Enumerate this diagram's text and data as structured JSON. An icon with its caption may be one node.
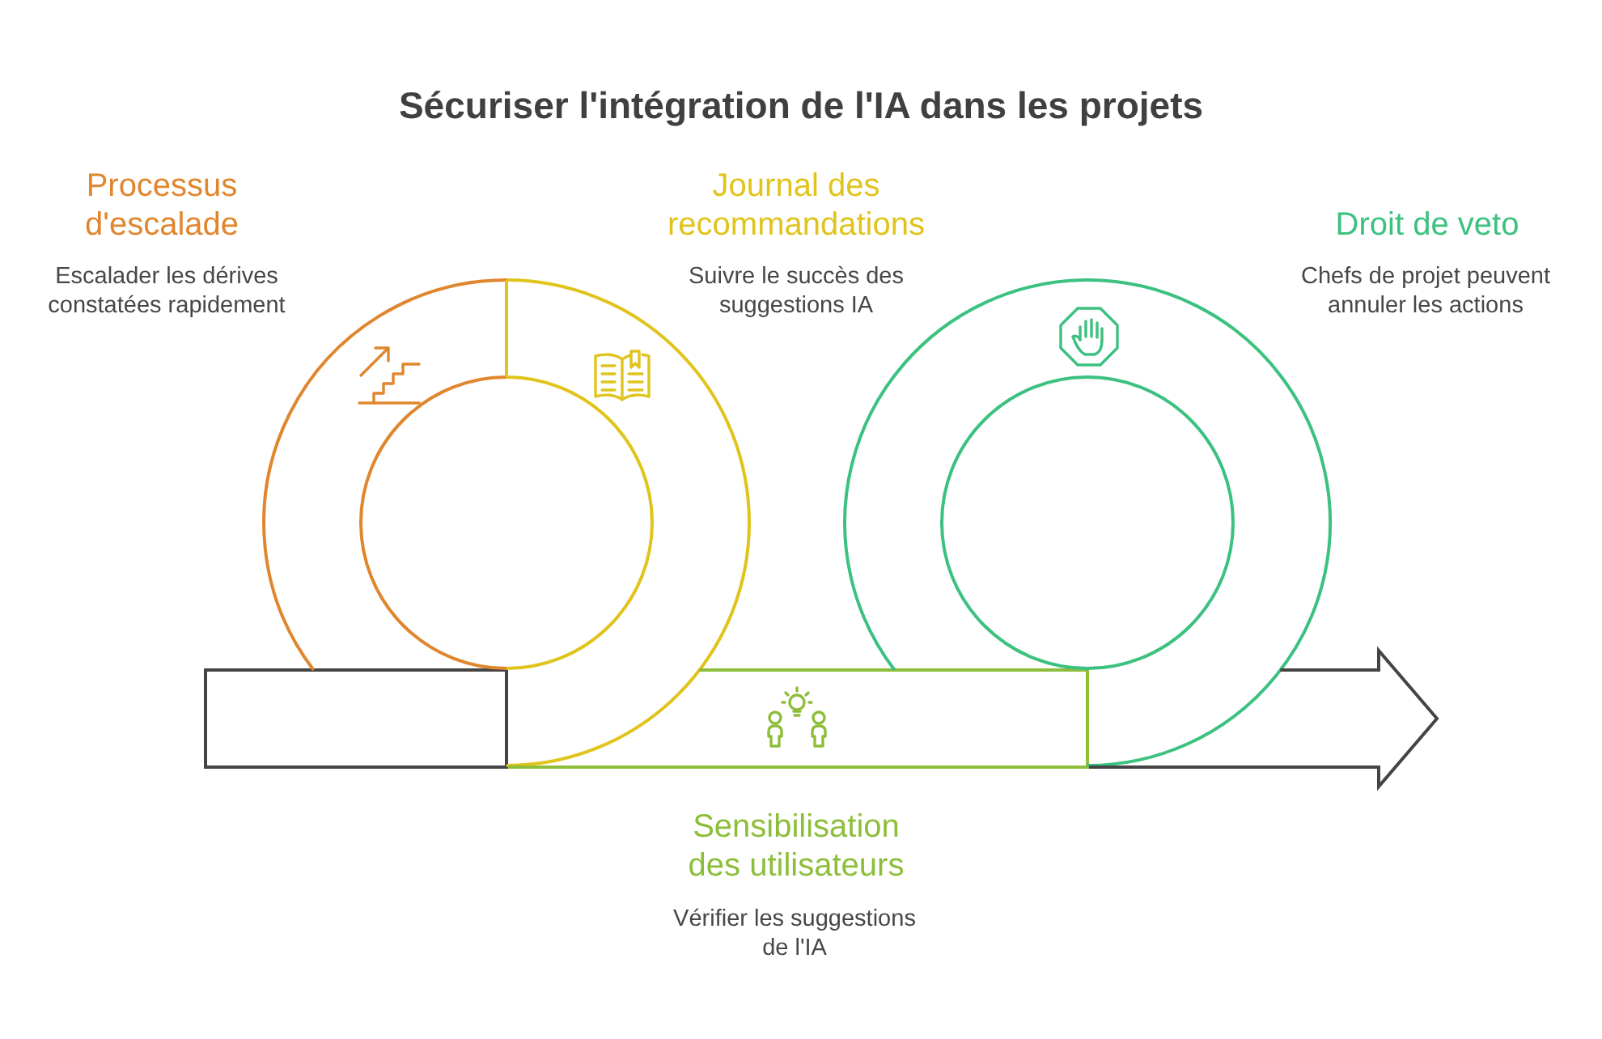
{
  "diagram": {
    "title": "Sécuriser l'intégration de l'IA dans les projets",
    "labels": [
      "Processus d'escalade",
      "Escalader les dérives constatées rapidement",
      "Journal des recommandations",
      "Suivre le succès des suggestions IA",
      "Droit de veto",
      "Chefs de projet peuvent annuler les actions",
      "Sensibilisation des utilisateurs",
      "Vérifier les suggestions de l'IA"
    ]
  }
}
